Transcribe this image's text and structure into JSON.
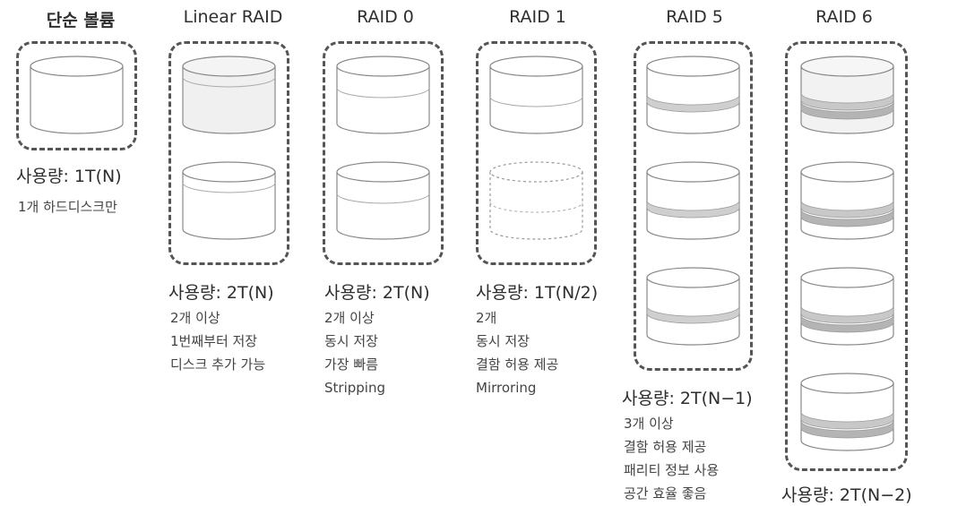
{
  "columns": [
    {
      "id": "single",
      "title": "단순 볼륨",
      "capacity": "사용량: 1T(N)",
      "desc": [
        "1개 하드디스크만"
      ]
    },
    {
      "id": "linear",
      "title": "Linear RAID",
      "capacity": "사용량: 2T(N)",
      "desc": [
        "2개 이상",
        "1번째부터 저장",
        "디스크 추가 가능"
      ]
    },
    {
      "id": "raid0",
      "title": "RAID 0",
      "capacity": "사용량: 2T(N)",
      "desc": [
        "2개 이상",
        "동시 저장",
        "가장 빠름",
        "Stripping"
      ]
    },
    {
      "id": "raid1",
      "title": "RAID 1",
      "capacity": "사용량: 1T(N/2)",
      "desc": [
        "2개",
        "동시 저장",
        "결함 허용 제공",
        "Mirroring"
      ]
    },
    {
      "id": "raid5",
      "title": "RAID 5",
      "capacity": "사용량: 2T(N−1)",
      "desc": [
        "3개 이상",
        "결함 허용 제공",
        "패리티 정보 사용",
        "공간 효율 좋음"
      ]
    },
    {
      "id": "raid6",
      "title": "RAID 6",
      "capacity": "사용량: 2T(N−2)",
      "desc": []
    }
  ]
}
